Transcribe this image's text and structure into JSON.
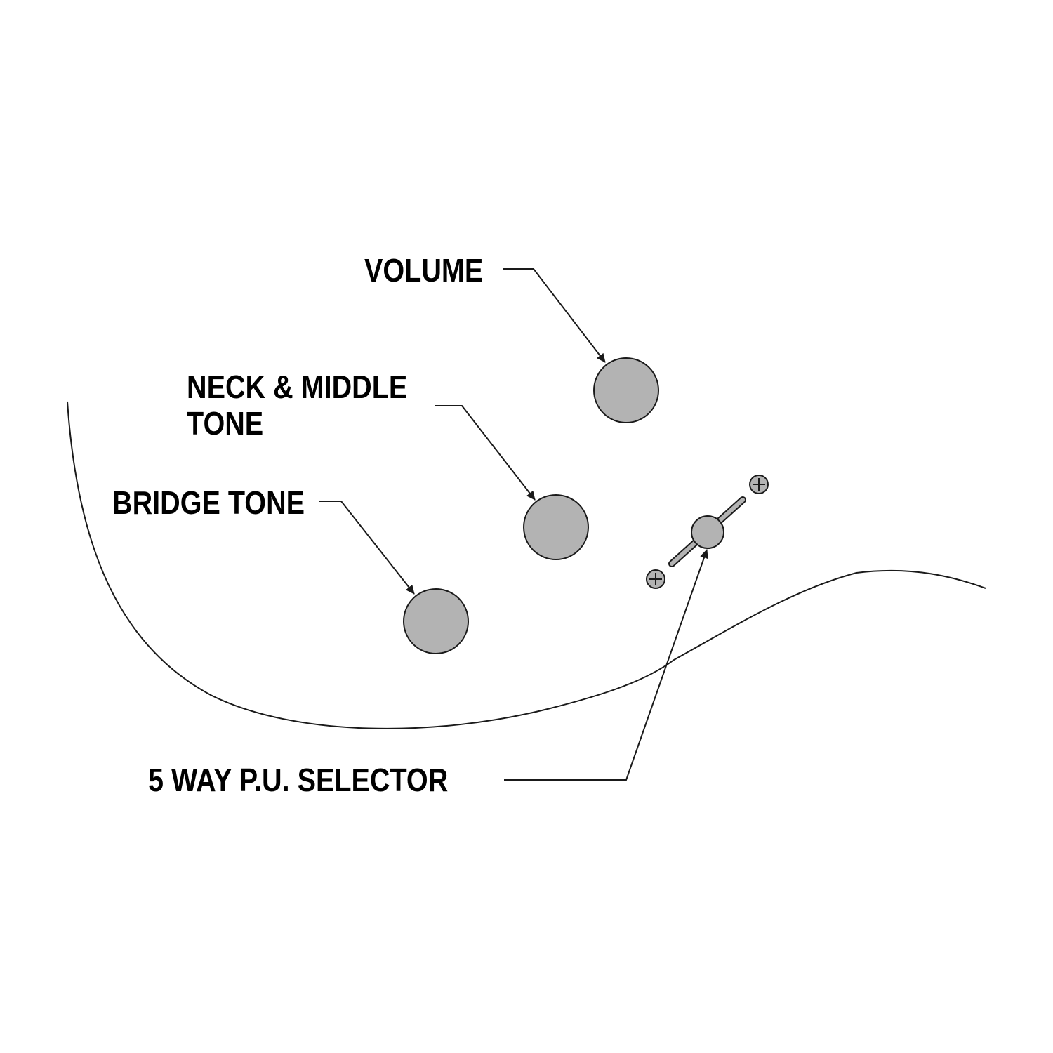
{
  "colors": {
    "background": "#ffffff",
    "stroke": "#1a1a1a",
    "knob_fill": "#b3b3b3",
    "text": "#000000"
  },
  "labels": {
    "volume": "VOLUME",
    "neck_middle_tone_line1": "NECK & MIDDLE",
    "neck_middle_tone_line2": "TONE",
    "bridge_tone": "BRIDGE TONE",
    "selector": "5 WAY P.U. SELECTOR"
  },
  "icons": {
    "knob": "control-knob-icon",
    "switch": "selector-switch-icon",
    "screw": "screw-icon"
  }
}
